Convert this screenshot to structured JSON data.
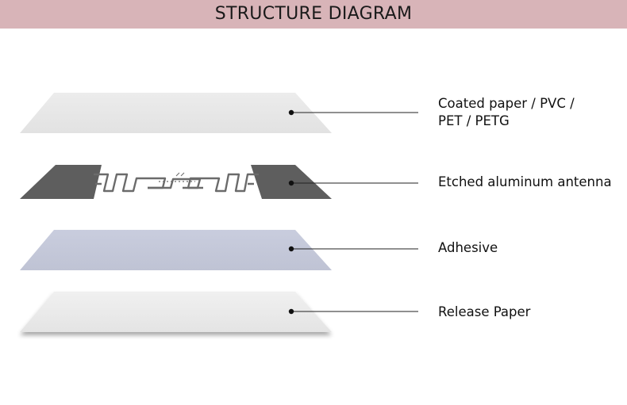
{
  "header": {
    "title": "STRUCTURE DIAGRAM"
  },
  "layers": [
    {
      "id": "coated",
      "label_lines": [
        "Coated paper / PVC /",
        "PET / PETG"
      ],
      "fill": "#e6e6e6"
    },
    {
      "id": "antenna",
      "label_lines": [
        "Etched aluminum antenna"
      ],
      "fill": "#5e5e5e"
    },
    {
      "id": "adhesive",
      "label_lines": [
        "Adhesive"
      ],
      "fill": "#c3c7d8"
    },
    {
      "id": "release",
      "label_lines": [
        "Release Paper"
      ],
      "fill": "#e9e9e9"
    }
  ],
  "colors": {
    "header_bg": "#d8b4b8",
    "leader_line": "#222222"
  }
}
